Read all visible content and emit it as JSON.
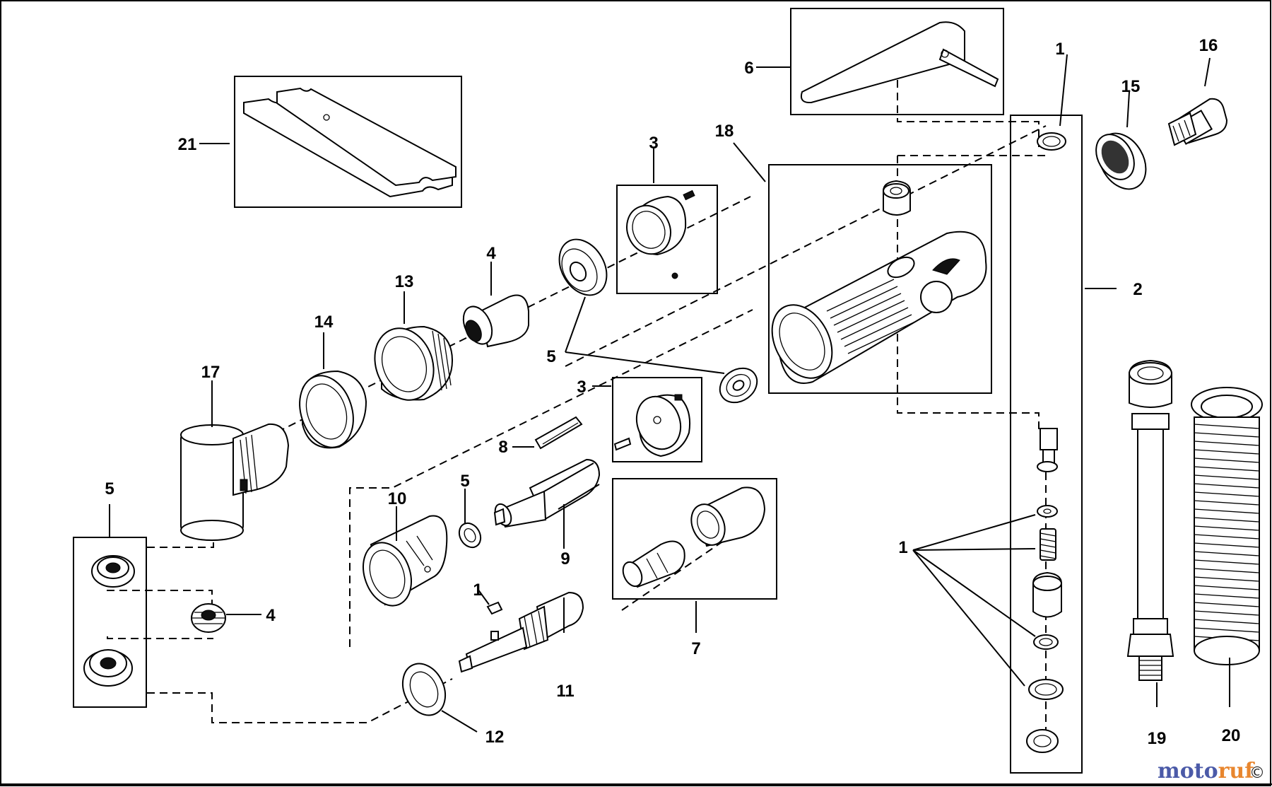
{
  "diagram": {
    "labels": {
      "l1_top": "1",
      "l16": "16",
      "l15": "15",
      "l6": "6",
      "l21": "21",
      "l18": "18",
      "l3_top": "3",
      "l4_top": "4",
      "l13": "13",
      "l14": "14",
      "l17": "17",
      "l5_mid": "5",
      "l2": "2",
      "l3_mid": "3",
      "l8": "8",
      "l5_small": "5",
      "l10": "10",
      "l9": "9",
      "l5_left": "5",
      "l4_left": "4",
      "l1_mid": "1",
      "l1_right": "1",
      "l7": "7",
      "l11": "11",
      "l12": "12",
      "l19": "19",
      "l20": "20"
    }
  },
  "watermark": {
    "brand_blue": "moto",
    "brand_orange": "ruf",
    "copyright": "©"
  },
  "colors": {
    "brand_blue": "#4b5aa8",
    "brand_orange": "#e8862e"
  }
}
